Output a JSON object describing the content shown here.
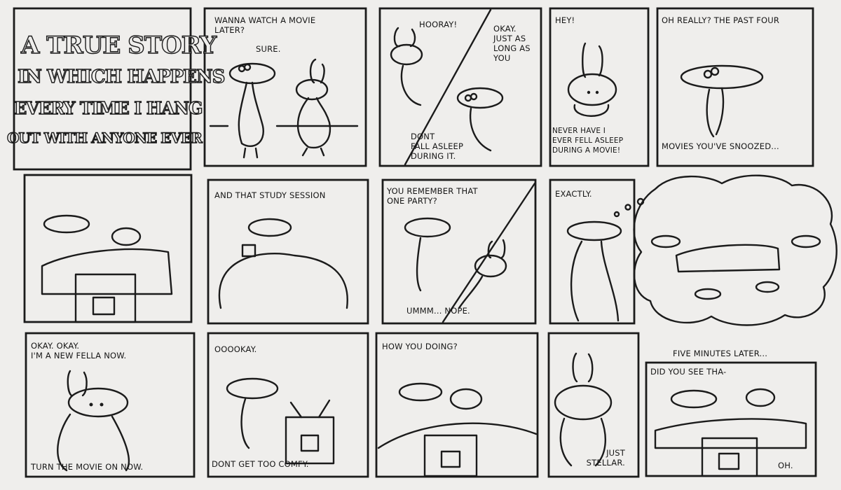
{
  "comic": {
    "title_lines": [
      "A True Story",
      "In Which Happens",
      "Every Time I Hang",
      "Out With Anyone Ever"
    ],
    "row1": {
      "p2_a": "Wanna watch a movie\nlater?",
      "p2_b": "Sure.",
      "p3_a": "Hooray!",
      "p3_b": "Okay.\nJust as\nlong as\nyou",
      "p3_c": "Dont\nfall asleep\nduring it.",
      "p4_a": "Hey!",
      "p4_b": "Never have I\never fell asleep\nduring a movie!",
      "p5_a": "Oh really? The past four",
      "p5_b": "movies you've snoozed..."
    },
    "row2": {
      "p2_a": "And that study session",
      "p3_a": "You remember that\none party?",
      "p3_b": "Ummm... nope.",
      "p4_a": "Exactly."
    },
    "row3": {
      "p1_a": "Okay. Okay.\nI'm a new fella now.",
      "p1_b": "Turn the movie on now.",
      "p2_a": "Ooookay.",
      "p2_b": "Dont get too comfy.",
      "p3_a": "How you doing?",
      "p4_a": "Just\nstellar.",
      "p5_head": "Five minutes later...",
      "p5_a": "Did you see tha-",
      "p5_b": "Oh."
    }
  }
}
